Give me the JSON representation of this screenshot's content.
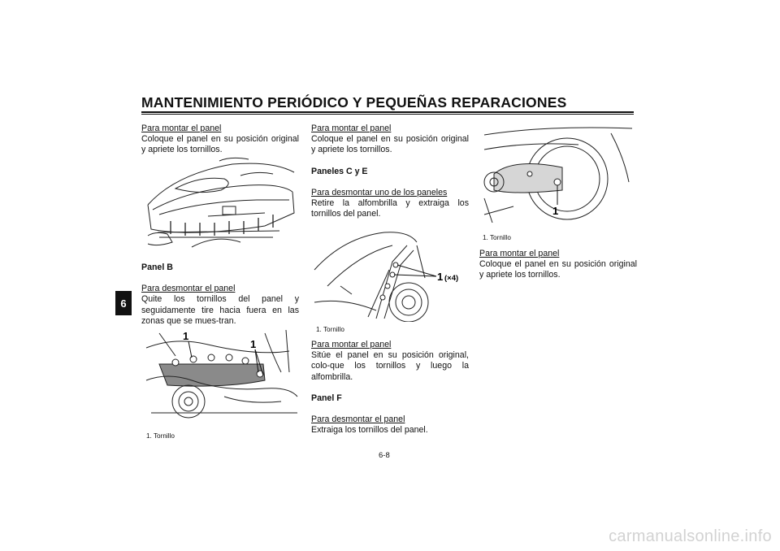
{
  "header": {
    "title": "MANTENIMIENTO PERIÓDICO Y PEQUEÑAS REPARACIONES",
    "chapter_tab": "6"
  },
  "col1": {
    "s1_heading": "Para montar el panel",
    "s1_text": "Coloque el panel en su posición original y apriete los tornillos.",
    "panel_b_heading": "Panel B",
    "s2_heading": "Para desmontar el panel",
    "s2_text": "Quite los tornillos del panel y seguidamente tire hacia fuera en las zonas que se mues-tran.",
    "fig2_label_a": "1",
    "fig2_label_b": "1",
    "caption": "1. Tornillo"
  },
  "col2": {
    "s1_heading": "Para montar el panel",
    "s1_text": "Coloque el panel en su posición original y apriete los tornillos.",
    "panels_ce_heading": "Paneles C y E",
    "s2_heading": "Para desmontar uno de los paneles",
    "s2_text": "Retire la alfombrilla y extraiga los tornillos del panel.",
    "fig_label": "1",
    "fig_label_qty": "(×4)",
    "caption": "1. Tornillo",
    "s3_heading": "Para montar el panel",
    "s3_text": "Sitúe el panel en su posición original, colo-que los tornillos y luego la alfombrilla.",
    "panel_f_heading": "Panel F",
    "s4_heading": "Para desmontar el panel",
    "s4_text": "Extraiga los tornillos del panel."
  },
  "col3": {
    "fig_label": "1",
    "caption": "1. Tornillo",
    "s1_heading": "Para montar el panel",
    "s1_text": "Coloque el panel en su posición original y apriete los tornillos."
  },
  "footer": {
    "page_number": "6-8",
    "watermark": "carmanualsonline.info"
  }
}
